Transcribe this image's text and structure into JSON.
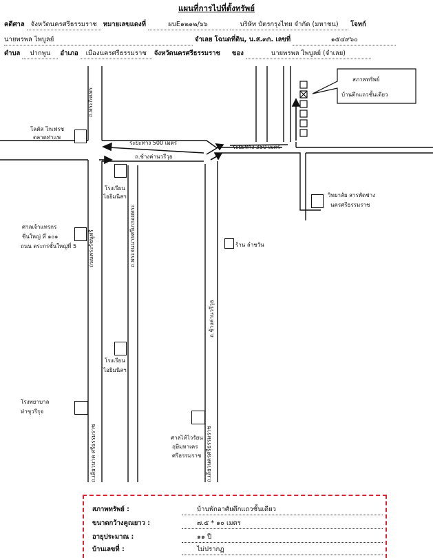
{
  "title": "แผนที่การไปที่ตั้งทรัพย์",
  "header": {
    "court_label": "คดีศาล",
    "court_value": "จังหวัดนครศรีธรรมราช",
    "case_no_label": "หมายเลขแดงที่",
    "case_no_value": "ผบE๑๒๑๒/๖๖",
    "plaintiff_value": "บริษัท บัตรกรุงไทย จำกัด (มหาชน)",
    "plaintiff_label": "โจทก์",
    "defendant_value": "นายพรพล ไพบูลย์",
    "defendant_label": "จำเลย",
    "deed_label": "โฉนดที่ดิน, น.ส.๓ก. เลขที่",
    "deed_value": "๑๕๔๙๖๐",
    "subdistrict_label": "ตำบล",
    "subdistrict_value": "ปากพูน",
    "district_label": "อำเภอ",
    "district_value": "เมืองนครศรีธรรมราช",
    "province_value": "จังหวัดนครศรีธรรมราช",
    "owner_label": "ของ",
    "owner_value": "นายพรพล ไพบูลย์ (จำเลย)"
  },
  "map": {
    "callout_title": "สภาพทรัพย์",
    "callout_text": "บ้านตึกแถวชั้นเดียว",
    "landmark_lotus": "โลตัส โกเฟรช",
    "landmark_lotus_2": "ตลาดท่าแพ",
    "landmark_school_1": "โรงเรียน",
    "landmark_school_1b": "ไอยิมนิสฯ",
    "landmark_pavilion": "ศาลเจ้าแทรกร",
    "landmark_pavilion_2": "ชีนใหญ่ ที่ ๑๐๑",
    "landmark_pavilion_3": "ถนน ตระกรชั้นใหญ่ที่ 5",
    "landmark_school_2": "โรงเรียน",
    "landmark_school_2b": "ไอยิมนิสฯ",
    "landmark_hospital": "โรงพยาบาล",
    "landmark_hospital_2": "ท่าขุวรีรุจ",
    "landmark_college": "วิทยาลัย สารพัดช่าง",
    "landmark_college_2": "นครศรีธรรมราช",
    "landmark_shop": "ร้าน ลำชวัน",
    "landmark_shrine": "ศาลไห้ไวรัยน",
    "landmark_shrine_2": "ฤษีมหาเคร",
    "landmark_shrine_3": "ศรีธรรมราช",
    "road_top_left": "ถ.พระกิจเพร",
    "road_distance_1": "ระยะทาง 500 เมตร",
    "road_distance_2": "ระยะทาง 350 เมตร",
    "road_main": "ถ.ช้างค่านวรีวุธ",
    "road_left_vertical": "ถนนพระรัชนูฟรี",
    "road_mid_vertical": "ถ.พระจนนายศรีเกกอยพระ",
    "road_right_vertical": "ถ.ช้างค่านวรีวุธ",
    "road_bottom_left": "ถ.เลียวนาค ศรีธรรมราช",
    "road_bottom_mid": "ถ.เลียวนครศรีธรรมราช"
  },
  "info": {
    "condition_label": "สภาพทรัพย์ :",
    "condition_value": "บ้านพักอาศัยตึกแถวชั้นเดียว",
    "size_label": "ขนาดกว้างคูณยาว :",
    "size_value": "๗.๕ * ๑๐ เมตร",
    "age_label": "อายุประมาณ :",
    "age_value": "๑๑ ปี",
    "house_no_label": "บ้านเลขที่ :",
    "house_no_value": "ไม่ปรากฏ"
  }
}
